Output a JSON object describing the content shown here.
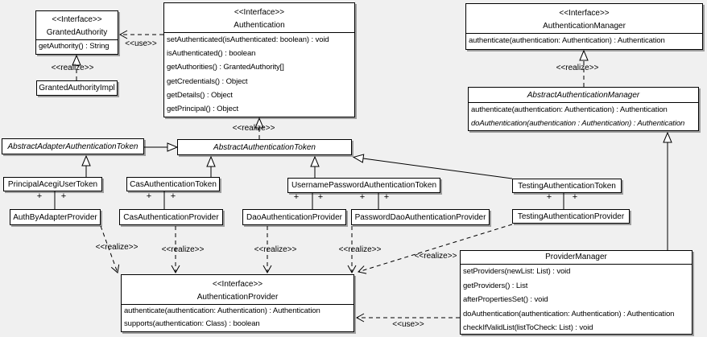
{
  "diagram_type": "uml-class-diagram",
  "colors": {
    "background": "#f0f0f0",
    "box_fill": "#ffffff",
    "box_border": "#000000",
    "box_shadow": "#9e9e9e"
  },
  "labels": {
    "use": "<<use>>",
    "realize": "<<realize>>",
    "plus": "+"
  },
  "classes": {
    "granted_authority": {
      "stereotype": "<<Interface>>",
      "name": "GrantedAuthority",
      "methods": [
        "getAuthority() : String"
      ]
    },
    "granted_authority_impl": {
      "name": "GrantedAuthorityImpl"
    },
    "authentication": {
      "stereotype": "<<Interface>>",
      "name": "Authentication",
      "methods": [
        "setAuthenticated(isAuthenticated: boolean) : void",
        "isAuthenticated() : boolean",
        "getAuthorities() : GrantedAuthority[]",
        "getCredentials() : Object",
        "getDetails() : Object",
        "getPrincipal() : Object"
      ]
    },
    "authentication_manager": {
      "stereotype": "<<Interface>>",
      "name": "AuthenticationManager",
      "methods": [
        "authenticate(authentication: Authentication) : Authentication"
      ]
    },
    "abstract_authentication_manager": {
      "name": "AbstractAuthenticationManager",
      "methods": [
        "authenticate(authentication: Authentication) : Authentication",
        "doAuthentication(authentication : Authentication) : Authentication"
      ]
    },
    "abstract_adapter_authentication_token": {
      "name": "AbstractAdapterAuthenticationToken"
    },
    "abstract_authentication_token": {
      "name": "AbstractAuthenticationToken"
    },
    "principal_acegi_user_token": {
      "name": "PrincipalAcegiUserToken"
    },
    "cas_authentication_token": {
      "name": "CasAuthenticationToken"
    },
    "username_password_authentication_token": {
      "name": "UsernamePasswordAuthenticationToken"
    },
    "testing_authentication_token": {
      "name": "TestingAuthenticationToken"
    },
    "auth_by_adapter_provider": {
      "name": "AuthByAdapterProvider"
    },
    "cas_authentication_provider": {
      "name": "CasAuthenticationProvider"
    },
    "dao_authentication_provider": {
      "name": "DaoAuthenticationProvider"
    },
    "password_dao_authentication_provider": {
      "name": "PasswordDaoAuthenticationProvider"
    },
    "testing_authentication_provider": {
      "name": "TestingAuthenticationProvider"
    },
    "authentication_provider": {
      "stereotype": "<<Interface>>",
      "name": "AuthenticationProvider",
      "methods": [
        "authenticate(authentication: Authentication) : Authentication",
        "supports(authentication: Class) : boolean"
      ]
    },
    "provider_manager": {
      "name": "ProviderManager",
      "methods": [
        "setProviders(newList: List) : void",
        "getProviders() : List",
        "afterPropertiesSet() : void",
        "doAuthentication(authentication: Authentication) : Authentication",
        "checkIfValidList(listToCheck: List) : void"
      ]
    }
  }
}
